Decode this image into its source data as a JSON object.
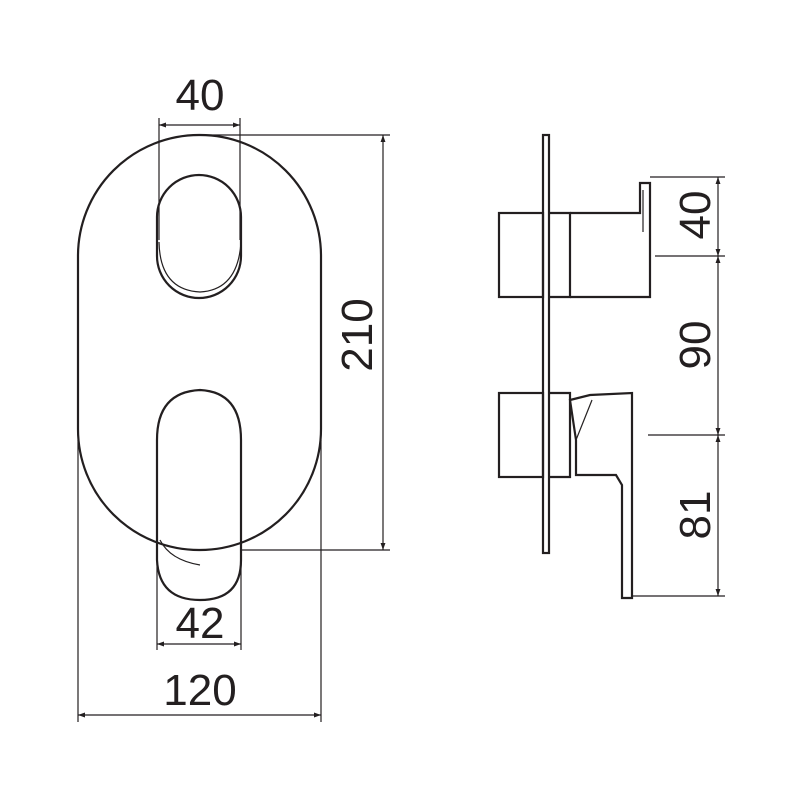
{
  "dimensions": {
    "handle_top_width": "40",
    "total_height": "210",
    "lever_width": "42",
    "plate_width": "120",
    "side_top_offset": "40",
    "side_spacing": "90",
    "side_lever_drop": "81"
  },
  "colors": {
    "ink": "#231f20",
    "background": "#ffffff"
  }
}
